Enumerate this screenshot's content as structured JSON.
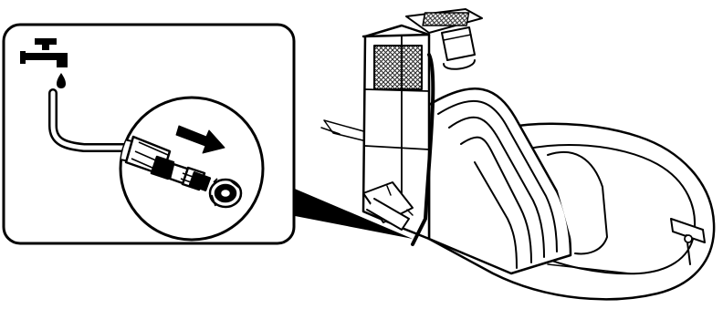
{
  "figure": {
    "type": "line-art-instruction-diagram",
    "inset": {
      "icons": [
        "water-tap-icon",
        "water-drop-icon",
        "direction-arrow-icon"
      ],
      "parts": [
        "garden-hose",
        "hose-quick-connector",
        "tap-adapter-nozzle",
        "threaded-hose-fitting"
      ]
    },
    "main": {
      "parts": [
        "inflatable-water-slide",
        "blower-unit",
        "splash-pool",
        "ground-stakes",
        "hose-inlet-tube"
      ]
    },
    "colors": {
      "ink": "#000000",
      "fill": "#ffffff",
      "mesh": "#2a2a2a"
    }
  }
}
